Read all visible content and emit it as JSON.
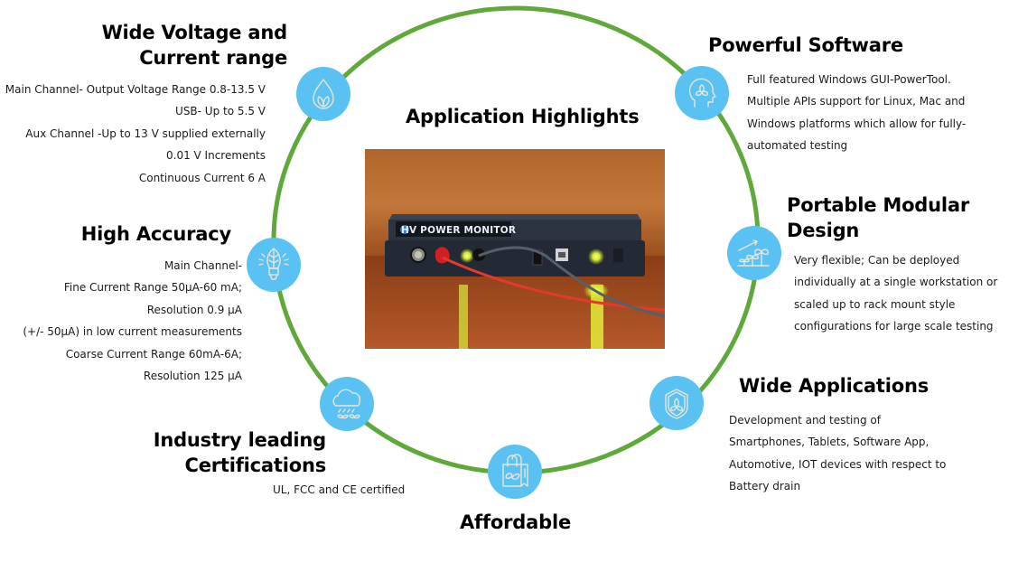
{
  "title": "Application Highlights",
  "colors": {
    "ring": "#5FA83A",
    "icon_bg": "#5AC1F3",
    "icon_stroke": "#E9E4D4"
  },
  "features": {
    "wide_voltage": {
      "title_lines": [
        "Wide Voltage and",
        "Current range"
      ],
      "icon": "water-drop-leaf-icon",
      "details": [
        "Main Channel- Output Voltage Range 0.8-13.5 V",
        "USB- Up to 5.5 V",
        "Aux Channel -Up to 13 V supplied externally",
        "0.01 V Increments",
        "Continuous Current 6 A"
      ]
    },
    "high_accuracy": {
      "title": "High Accuracy",
      "icon": "eco-bulb-icon",
      "details": [
        "Main Channel-",
        "Fine Current Range 50µA-60 mA;",
        "Resolution 0.9 µA",
        "(+/- 50µA) in low current measurements",
        "Coarse Current Range 60mA-6A;",
        "Resolution 125 µA"
      ]
    },
    "certifications": {
      "title_lines": [
        "Industry leading",
        "Certifications"
      ],
      "icon": "cloud-rain-sprout-icon",
      "details": [
        "UL, FCC and CE certified"
      ]
    },
    "affordable": {
      "title": "Affordable",
      "icon": "eco-shopping-bag-icon"
    },
    "wide_applications": {
      "title": "Wide Applications",
      "icon": "shield-leaves-icon",
      "details": [
        "Development and testing of",
        "Smartphones, Tablets, Software App,",
        "Automotive, IOT devices with respect to",
        "Battery drain"
      ]
    },
    "portable": {
      "title_lines": [
        "Portable Modular",
        "Design"
      ],
      "icon": "plant-growth-icon",
      "details": [
        "Very flexible; Can be deployed",
        "individually at a single workstation or",
        "scaled up to rack mount style",
        "configurations for large scale testing"
      ]
    },
    "software": {
      "title": "Powerful Software",
      "icon": "head-leaves-icon",
      "details": [
        "Full featured Windows GUI-PowerTool.",
        "Multiple APIs support for Linux, Mac and",
        "Windows platforms which allow for fully-",
        "automated testing"
      ]
    }
  },
  "product_photo": {
    "label": "HV POWER MONITOR",
    "alt": "HV Power Monitor device photo"
  }
}
